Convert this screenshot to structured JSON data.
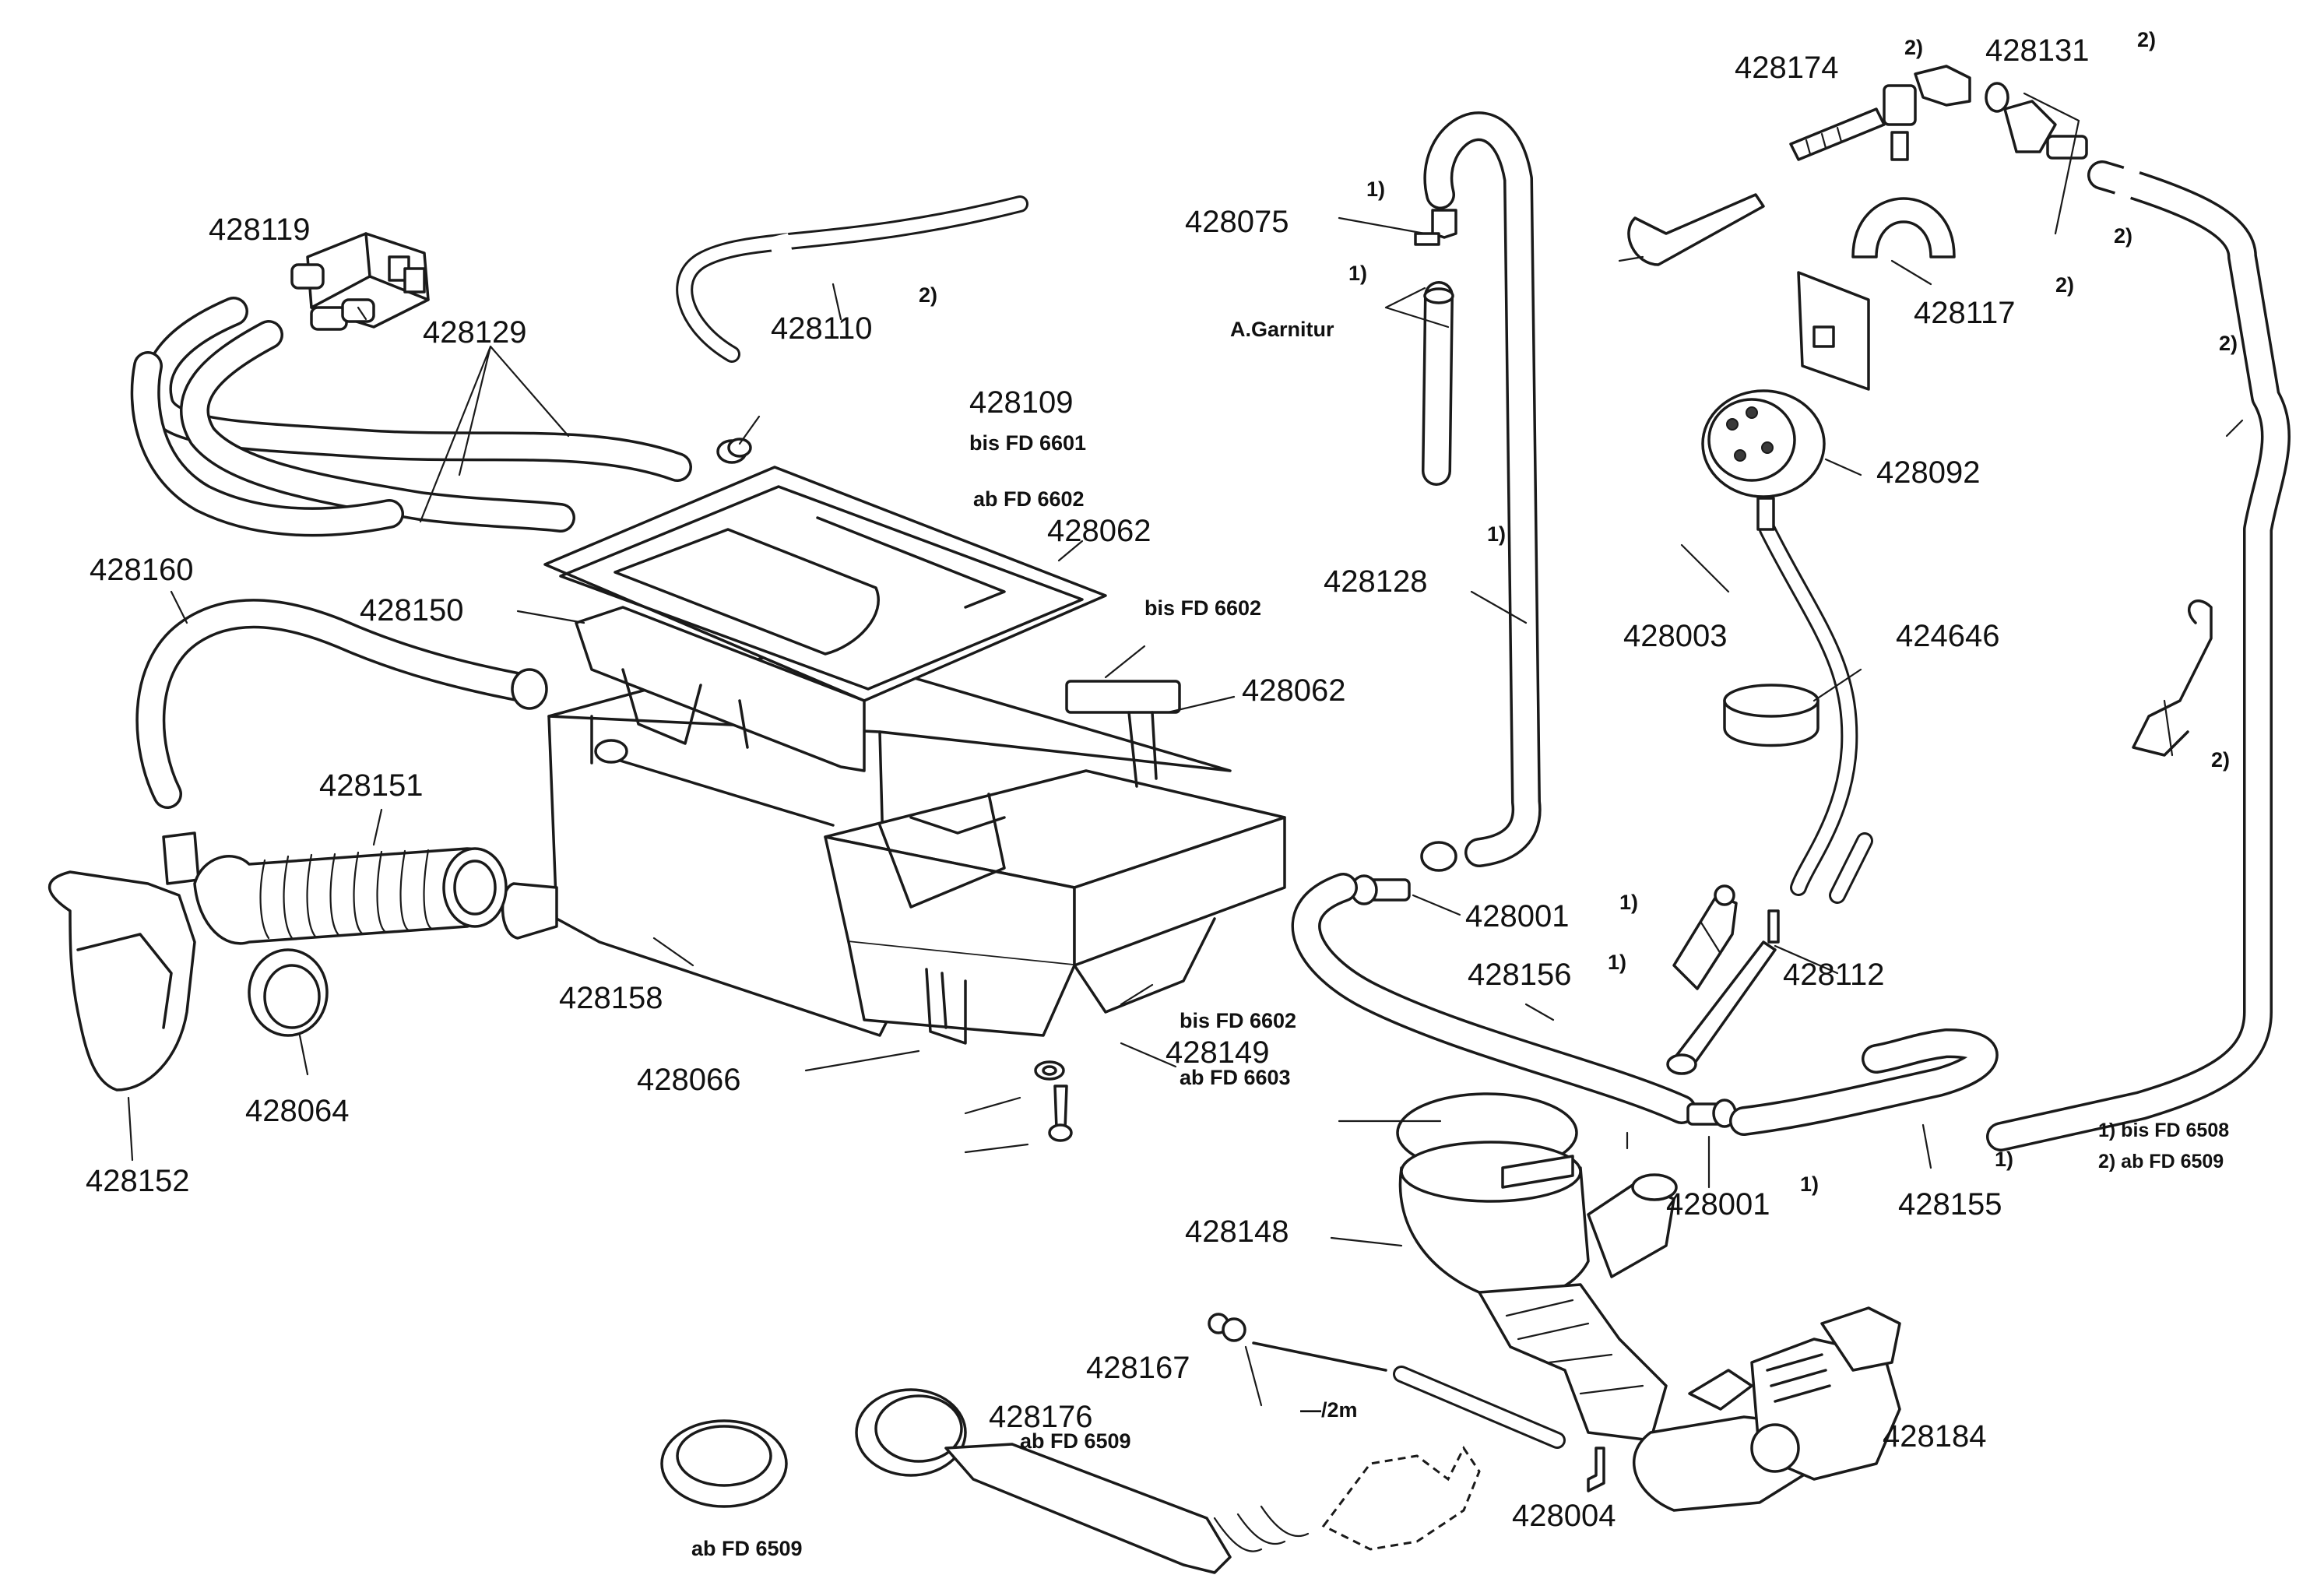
{
  "labels": {
    "p428119": "428119",
    "p428129": "428129",
    "p428110": "428110",
    "p428110_note": "2)",
    "p428109": "428109",
    "p428109_note": "bis FD 6601",
    "p428062a_note": "ab FD 6602",
    "p428062a": "428062",
    "p428160": "428160",
    "p428150": "428150",
    "p428062b_note": "bis FD 6602",
    "p428062b": "428062",
    "p428151": "428151",
    "p428158": "428158",
    "p428152": "428152",
    "p428064": "428064",
    "p428066": "428066",
    "p428149_note1": "bis FD 6602",
    "p428149": "428149",
    "p428149_note2": "ab FD 6603",
    "p428075": "428075",
    "p428075_note": "1)",
    "garnitur_note": "1)",
    "garnitur": "A.Garnitur",
    "p428128": "428128",
    "p428128_note": "1)",
    "p428001a": "428001",
    "p428156": "428156",
    "p428148": "428148",
    "p428167": "428167",
    "p428176": "428176",
    "p428176_note": "ab FD 6509",
    "length_note": "—/2m",
    "grommet_note": "ab FD 6509",
    "p428004": "428004",
    "p428184": "428184",
    "p428001b": "428001",
    "p428001b_note": "1)",
    "p428155": "428155",
    "p428112": "428112",
    "p428112_note_a": "1)",
    "p428112_note_b": "1)",
    "p428003": "428003",
    "p424646": "424646",
    "p428092": "428092",
    "p428174": "428174",
    "p428174_note": "2)",
    "p428131": "428131",
    "p428131_note": "2)",
    "p428117": "428117",
    "p428117_note": "2)",
    "hose_note_a": "2)",
    "hose_note_b": "2)",
    "hose_note_c": "2)",
    "hose_note_d": "1)",
    "legend_1": "1) bis FD 6508",
    "legend_2": "2) ab FD 6509"
  }
}
